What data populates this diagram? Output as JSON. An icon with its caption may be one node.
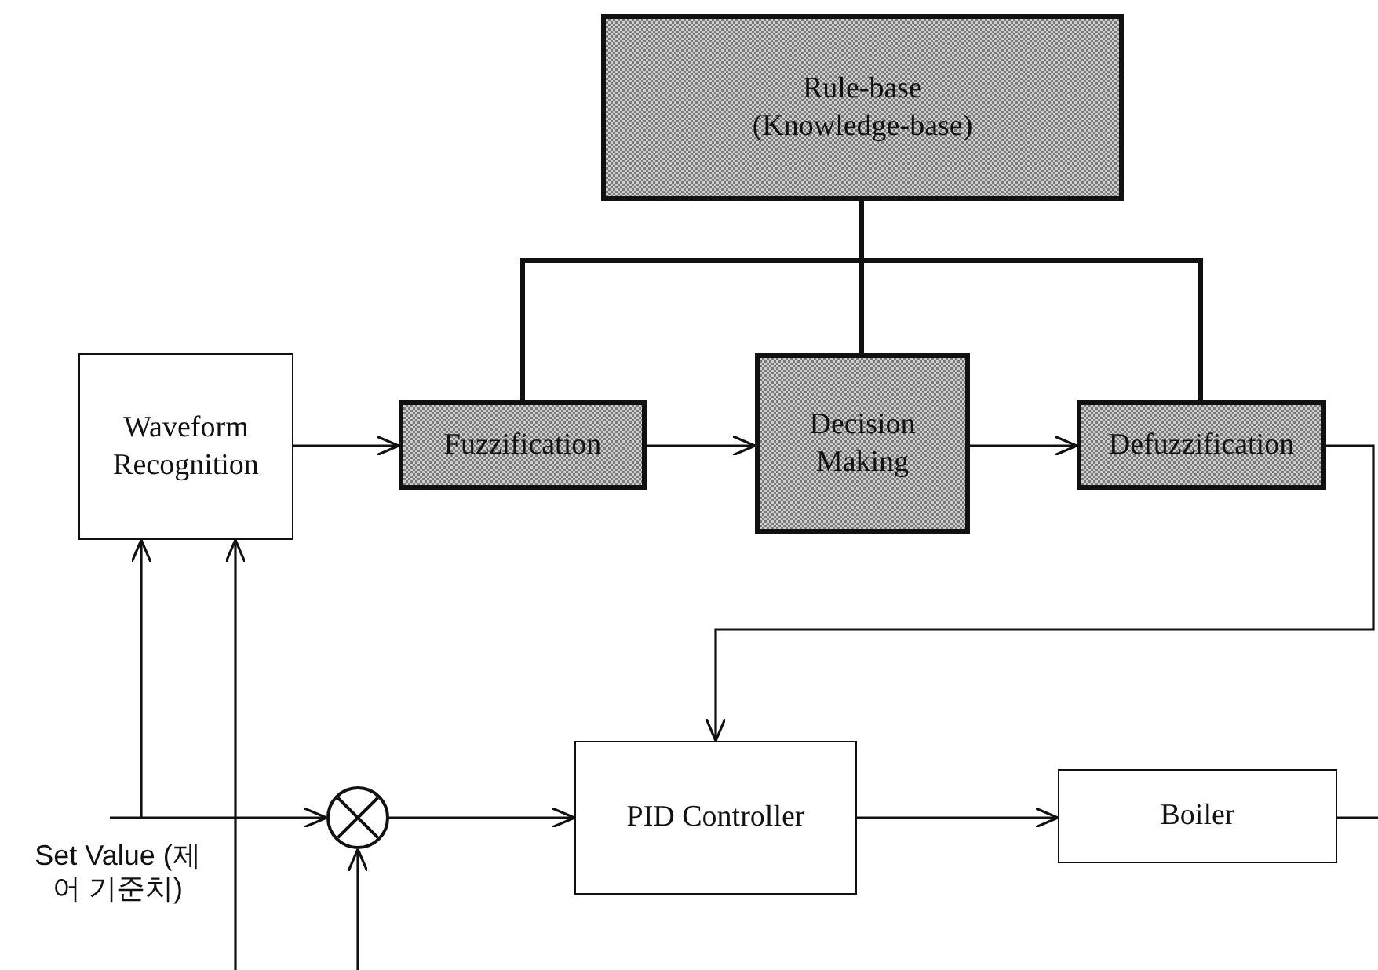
{
  "diagram": {
    "nodes": [
      {
        "text": [
          "Rule-base (Knowledge-base)"
        ]
      },
      {
        "text": [
          "Waveform Recognition"
        ]
      },
      {
        "text": [
          "Fuzzification"
        ]
      },
      {
        "text": [
          "Decision Making"
        ]
      },
      {
        "text": [
          "Defuzzification"
        ]
      },
      {
        "text": [
          "Set Value (제어 기준치)"
        ]
      },
      {
        "text": [],
        "shape": "circle"
      },
      {
        "text": [
          "PID Controller"
        ]
      },
      {
        "text": [
          "Boiler"
        ]
      }
    ],
    "edges": [
      {
        "from": 0,
        "to": 2,
        "arrow": "none"
      },
      {
        "from": 0,
        "to": 3,
        "arrow": "none"
      },
      {
        "from": 0,
        "to": 4,
        "arrow": "none"
      },
      {
        "from": 1,
        "to": 2,
        "arrow": "to"
      },
      {
        "from": 2,
        "to": 3,
        "arrow": "to"
      },
      {
        "from": 3,
        "to": 4,
        "arrow": "to"
      },
      {
        "from": 4,
        "to": 7,
        "arrow": "to"
      },
      {
        "from": 5,
        "to": 6,
        "arrow": "to"
      },
      {
        "from": 5,
        "to": 1,
        "arrow": "to"
      },
      {
        "from": null,
        "to": 1,
        "arrow": "to"
      },
      {
        "from": null,
        "to": 6,
        "arrow": "to"
      },
      {
        "from": 6,
        "to": 7,
        "arrow": "to"
      },
      {
        "from": 7,
        "to": 8,
        "arrow": "to"
      },
      {
        "from": 8,
        "to": null,
        "arrow": "none"
      }
    ]
  }
}
